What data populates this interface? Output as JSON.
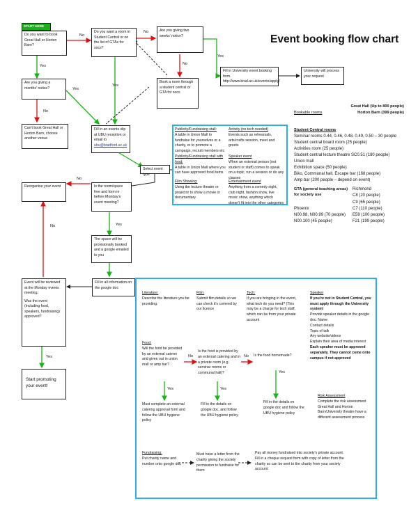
{
  "title": "Event booking flow chart",
  "start_here": "START HERE",
  "labels": {
    "yes": "Yes",
    "no": "No"
  },
  "boxes": {
    "q_great_hall": "Do you want to book Great Hall or Horton Barn?",
    "q_student_room": "Do you want a room in Student Central or on the list of GTAs for socs?",
    "q_two_weeks": "Are you giving two weeks' notice?",
    "q_months": "Are you giving a months' notice?",
    "book_student_central": "Book a room through a student central or GTA for socs",
    "fill_univ_form": "Fill in University event booking form. http://www.brad.ac.uk/events/apply/",
    "univ_process": "University will process your request",
    "cant_book": "Can't book Great Hall or Horton Barn, choose another venue",
    "fill_ubu_form_pre": "Fill in an events slip at UBU reception or email to",
    "fill_ubu_form_email": "ubu@bradford.ac.uk",
    "select_event_type": "Select event type",
    "reorganise": "Reorganise your event",
    "q_room_free": "Is the room/space free and form in before Monday's event meeting?",
    "space_booked": "The space will be provisionally booked and a google emailed to you",
    "fill_google_doc": "Fill in all information on the google doc",
    "reviewed": "Event will be reviewed at the Monday events meeting.",
    "q_approved": "Was the event (including food, speakers, fundraising) approved?",
    "start_promoting": "Start promoting your event!"
  },
  "event_types": {
    "publicity_head": "Publicity/Fundraising stall:",
    "publicity_text": "A table in Union Mall to fundraise for yourselves or a charity, or to promote a campaign, recruit members etc",
    "publicity_food_head": "Publicity/Fundraising stall with food:",
    "publicity_food_text": "A table in Union Mall where you can have approved food items",
    "film_head": "Film Showing:",
    "film_text": "Using the lecture theatre or projector to show a movie or documentary",
    "activity_head": "Activity (no tech needed)",
    "activity_text": "Events such as rehearsals, arts/crafts session, meet and greets",
    "speaker_head": "Speaker event",
    "speaker_text": "When an external person (not student or staff) comes to speak on a topic, run a session or do any classes",
    "entertainment_head": "Entertainment event",
    "entertainment_text": "Anything from a comedy night, club night, fashion show, live music show, anything which doesn't fit into the other categories"
  },
  "venues": {
    "great_hall": "Great Hall (Up to 800 people)",
    "horton_barn": "Horton Barn (399 people)",
    "bookable_rooms": "Bookable rooms",
    "student_central_head": "Student Central rooms",
    "student_central_lines": [
      "Seminar rooms 0.44, 0.46, 0.48, 0.49, 0.50 – 30 people",
      "Student central board room (25 people)",
      "Activities room (25 people)",
      "Student central lecture theatre SC0.51 (180 people)",
      "Union mall",
      "Exhibition space (50 people)",
      "Biko, Communal hall, Escape bar (168 people)",
      "Amp bar (200 people – depend on event)"
    ],
    "gta_head": "GTA (general teaching areas) for society use",
    "gta_rows": [
      {
        "a": "",
        "b": "Richmond"
      },
      {
        "a": "",
        "b": "C8 (20 people)"
      },
      {
        "a": "",
        "b": "C9 (65 people)"
      },
      {
        "a": "Phoenix",
        "b": "C7 (110 people)"
      },
      {
        "a": "N00.98, N00.99 (70 people)",
        "b": "E59 (100 people)"
      },
      {
        "a": "N00.100 (45 people)",
        "b": "F21 (199 people)"
      }
    ]
  },
  "details": {
    "literature_head": "Literature:",
    "literature_text": "Describe the literature you be providing.",
    "film_head": "Film:",
    "film_text": "Submit film details so we can check it's covered by our licence",
    "tech_head": "Tech:",
    "tech_text": "If you are bringing in the event, what tech do you need? (This may be a charge for tech staff, which can be from your private account",
    "speaker_head": "Speaker",
    "speaker_bold": "If you're not in Student Central, you must apply through the University system!",
    "speaker_text": "Provide speaker details in the google doc: Name",
    "speaker_list": [
      "Contact details",
      "Topic of talk",
      "Any website/videos",
      "Explain their area of media interest"
    ],
    "speaker_bold2": "Each speaker must be approved separately. They cannot come onto campus if not approved",
    "food_head": "Food:",
    "food_q": "Will the food be provided by an external caterer and given out in union mall or amp bar?",
    "food_q2": "Is the food is provided by an external catering and in a private room (e.g. seminar rooms or communal hall)?",
    "food_q3": "Is the food homemade?",
    "food_a1": "Must complete an external catering approval form and follow the UBU hygiene policy",
    "food_a2": "Fill in the details on google doc, and follow the UBU hygiene policy",
    "food_a3": "Fill in the details on google doc and follow the UBU hygiene policy",
    "risk_head": "Risk Assessment",
    "risk_text": "Complete the risk assessment Great Hall and Horton Barn/University theatre have a different assessment process",
    "fundraising_head": "Fundraising:",
    "fundraising_text": "Put charity name and number onto google doc",
    "fund_a1": "Must have a letter from the charity giving the society permission to fundraise for them",
    "fund_a2": "Pay all money fundraised into society's private account. Fill in a cheque request form with copy of letter from the charity so can be sent to the charity from your society account."
  },
  "colors": {
    "green": "#17b317",
    "red": "#e01010",
    "blue": "#2ab0e8",
    "lightblue": "#3aa0f0",
    "dark": "#222222"
  }
}
